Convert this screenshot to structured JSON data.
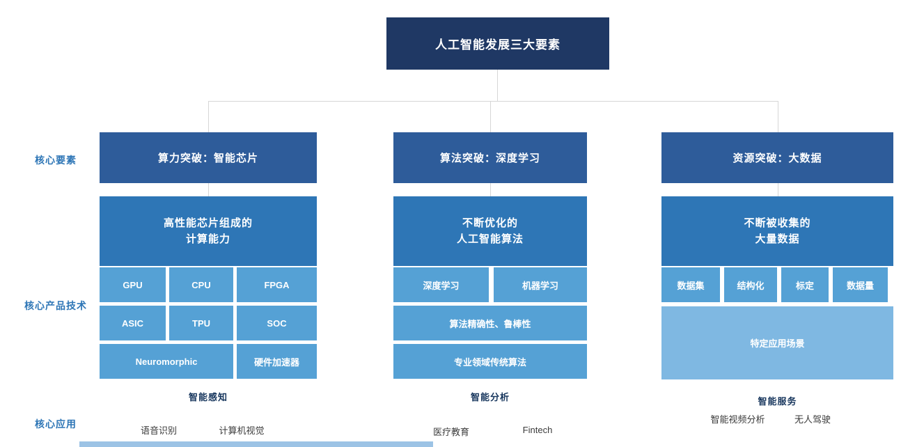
{
  "title": "人工智能发展三大要素",
  "row_labels": {
    "core_elements": "核心要素",
    "core_products": "核心产品技术",
    "core_applications": "核心应用"
  },
  "colors": {
    "title_bg": "#1f3864",
    "header_bg": "#2e5c9a",
    "sub_bg": "#2e76b6",
    "chip_bg": "#55a1d5",
    "chip_light_bg": "#7fb8e2",
    "row_label_text": "#2e76b6",
    "category_text": "#17365d",
    "connector": "#d6d6d6",
    "bottom_bar": "#9cc3e5"
  },
  "columns": [
    {
      "header": "算力突破：智能芯片",
      "sub": [
        "高性能芯片组成的",
        "计算能力"
      ],
      "chips": [
        "GPU",
        "CPU",
        "FPGA",
        "ASIC",
        "TPU",
        "SOC",
        "Neuromorphic",
        "硬件加速器"
      ],
      "category": "智能感知",
      "applications": [
        "语音识别",
        "计算机视觉"
      ]
    },
    {
      "header": "算法突破：深度学习",
      "sub": [
        "不断优化的",
        "人工智能算法"
      ],
      "chips": [
        "深度学习",
        "机器学习",
        "算法精确性、鲁棒性",
        "专业领域传统算法"
      ],
      "category": "智能分析",
      "applications": [
        "医疗教育",
        "Fintech"
      ]
    },
    {
      "header": "资源突破：大数据",
      "sub": [
        "不断被收集的",
        "大量数据"
      ],
      "chips": [
        "数据集",
        "结构化",
        "标定",
        "数据量",
        "特定应用场景"
      ],
      "category": "智能服务",
      "applications": [
        "智能视频分析",
        "无人驾驶"
      ]
    }
  ]
}
